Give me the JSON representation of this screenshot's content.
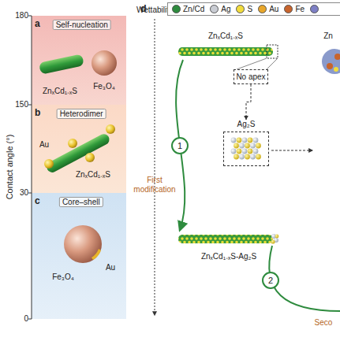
{
  "diagram": {
    "nodes": [
      {
        "text": [
          "a",
          "Self-nucleation"
        ]
      },
      {
        "text": [
          "b",
          "Heterodimer"
        ]
      },
      {
        "text": [
          "c",
          "Core–shell"
        ]
      },
      {
        "text": [
          "No apex"
        ]
      },
      {
        "text": [
          "Ag₂S"
        ]
      },
      {
        "text": [
          "1"
        ]
      },
      {
        "text": [
          "2"
        ]
      }
    ],
    "edges": [
      {
        "from": 3,
        "to": 4,
        "arrow": "to"
      }
    ],
    "labels": [
      "180",
      "150",
      "30",
      "0",
      "Contact angle (°)",
      "Wettability",
      "ZnₓCd₁₋ₓS",
      "Fe₃O₄",
      "Au",
      "ZnₓCd₁₋ₓS",
      "Au",
      "Fe₃O₄",
      "d",
      "ZnₓCd₁₋ₓS",
      "Zn",
      "First modification",
      "ZnₓCd₁₋ₓS-Ag₂S",
      "Seco"
    ],
    "legend": [
      {
        "text": "Zn/Cd",
        "color": "#2e8b3e"
      },
      {
        "text": "Ag",
        "color": "#c9ccd3"
      },
      {
        "text": "S",
        "color": "#f2dc3c"
      },
      {
        "text": "Au",
        "color": "#e8a62a"
      },
      {
        "text": "Fe",
        "color": "#c8642c"
      }
    ]
  }
}
